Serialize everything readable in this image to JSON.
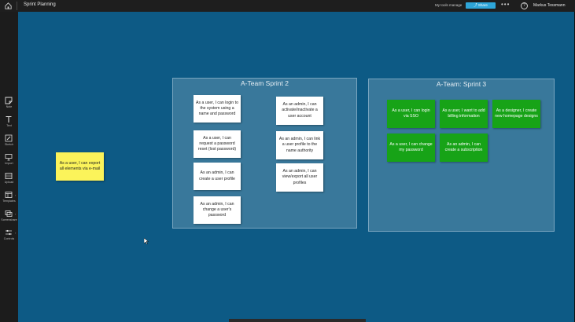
{
  "topbar": {
    "title": "Sprint Planning",
    "mytools": "My tools manage",
    "share_label": "Share",
    "more": "•••",
    "help": "?",
    "user": "Markus Tessmann"
  },
  "toolbar": {
    "items": [
      {
        "label": "Note",
        "icon": "sticky-note-icon"
      },
      {
        "label": "Text",
        "icon": "text-icon"
      },
      {
        "label": "Sketch",
        "icon": "pen-icon"
      },
      {
        "label": "Import",
        "icon": "import-icon"
      },
      {
        "label": "Upload",
        "icon": "image-icon"
      },
      {
        "label": "Templates",
        "icon": "template-icon"
      },
      {
        "label": "Screenshare",
        "icon": "screen-share-icon"
      },
      {
        "label": "Controls",
        "icon": "sliders-icon"
      }
    ]
  },
  "canvas": {
    "frames": [
      {
        "title": "A-Team Sprint 2"
      },
      {
        "title": "A-Team: Sprint 3"
      }
    ],
    "sprint2_notes": [
      "As a user, I can login to the system using a name and password",
      "As a user, I can request a password reset (lost password)",
      "As an admin, I can create a user profile",
      "As an admin, I can change a user's password",
      "As an admin, I can activate/inactivate a user account",
      "As an admin, I can link a user profile to the name authority",
      "As an admin, I can view/export all user profiles"
    ],
    "sprint3_notes": [
      "As a user, I can login via SSO",
      "As a user, I want to add billing information",
      "As a designer, I create new homepage designs",
      "As a user, I can change my password",
      "As an admin, I can create a subscription"
    ],
    "yellow_note": "As a user, I can export all elements via e-mail"
  }
}
